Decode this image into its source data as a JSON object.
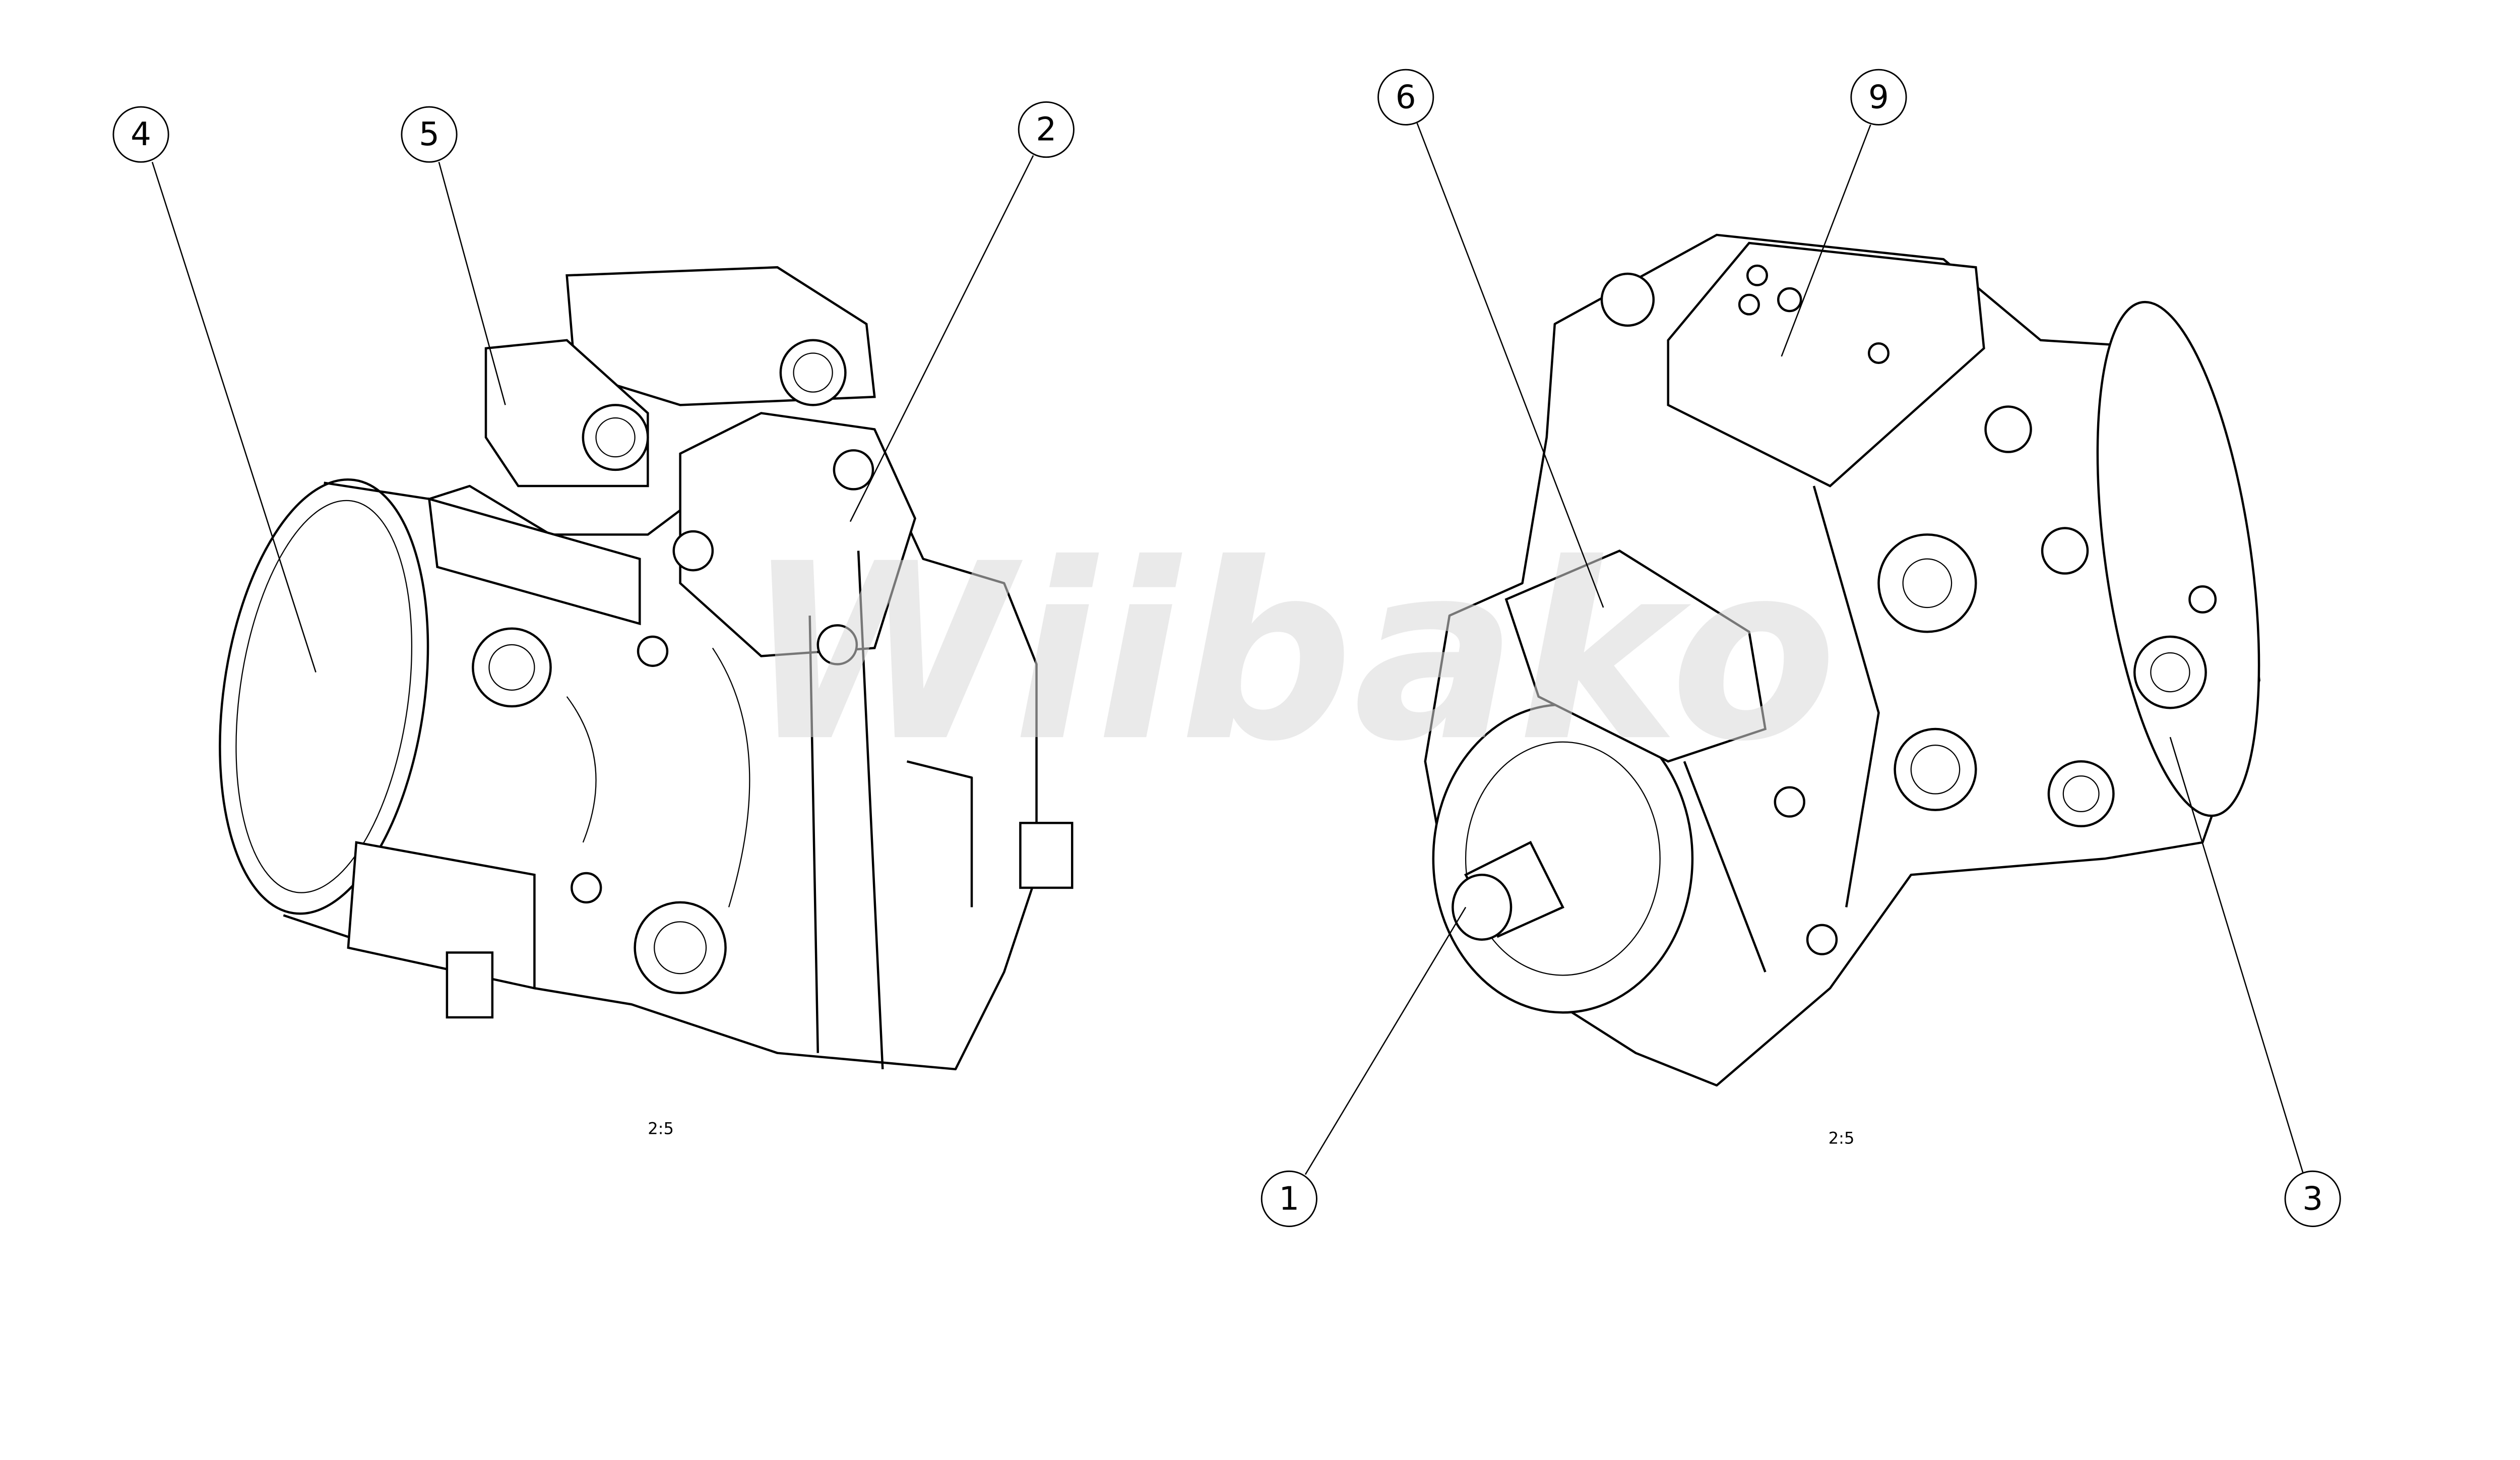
{
  "drawing": {
    "watermark": "Wiibako",
    "views": [
      {
        "name": "left-view",
        "scale_label": "2:5",
        "callouts": [
          "4",
          "5",
          "2"
        ]
      },
      {
        "name": "right-view",
        "scale_label": "2:5",
        "callouts": [
          "6",
          "9",
          "1",
          "3"
        ]
      }
    ]
  }
}
